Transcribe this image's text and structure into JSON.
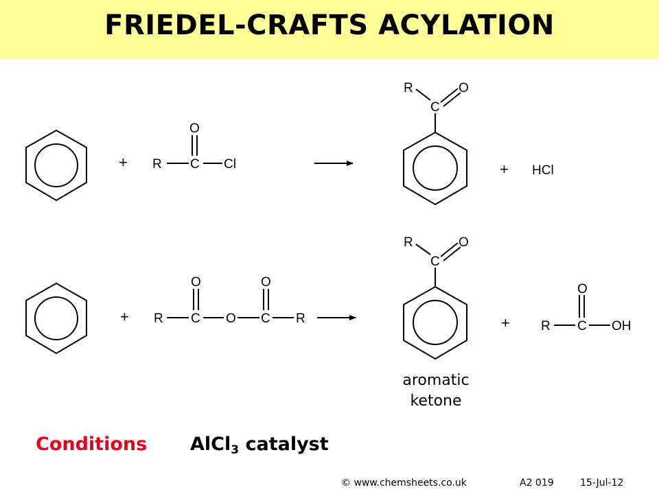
{
  "title": "FRIEDEL-CRAFTS ACYLATION",
  "atoms": {
    "R": "R",
    "C": "C",
    "O": "O",
    "Cl": "Cl",
    "OH": "OH"
  },
  "plus": "+",
  "byproduct_1": "HCl",
  "product_caption": {
    "line1": "aromatic",
    "line2": "ketone"
  },
  "conditions": {
    "label": "Conditions",
    "reagent": "AlCl",
    "subscript": "3",
    "suffix": " catalyst"
  },
  "footer": {
    "site": "© www.chemsheets.co.uk",
    "code": "A2 019",
    "date": "15-Jul-12"
  },
  "colors": {
    "title_bg": "#ffff99",
    "conditions_label": "#e8001c"
  }
}
